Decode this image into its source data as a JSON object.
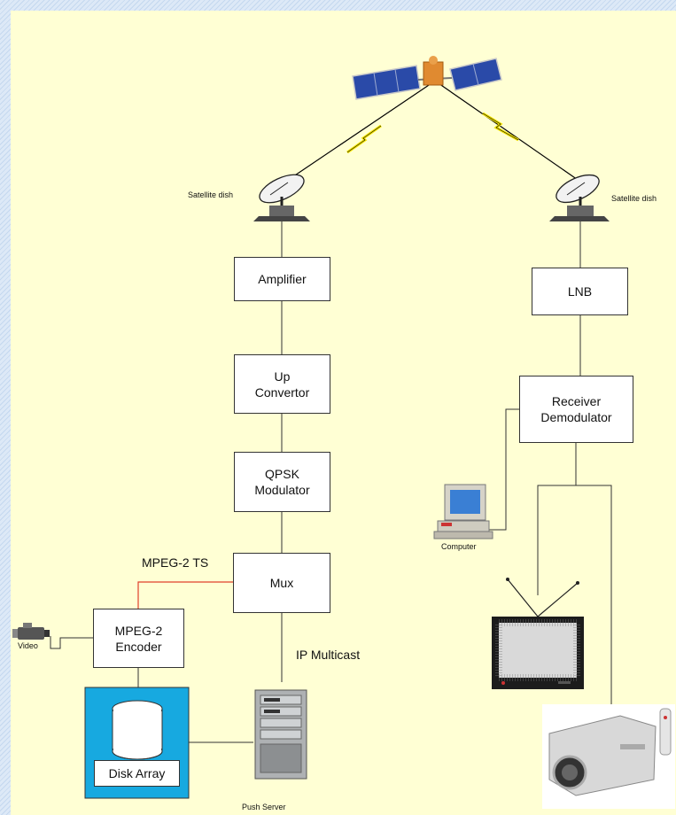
{
  "labels": {
    "satellite_dish_left": "Satellite dish",
    "satellite_dish_right": "Satellite dish",
    "mpeg2_ts": "MPEG-2 TS",
    "ip_multicast": "IP Multicast",
    "video": "Video",
    "computer": "Computer",
    "push_server": "Push Server"
  },
  "boxes": {
    "amplifier": {
      "line1": "Amplifier"
    },
    "up_convertor": {
      "line1": "Up",
      "line2": "Convertor"
    },
    "qpsk_modulator": {
      "line1": "QPSK",
      "line2": "Modulator"
    },
    "mux": {
      "line1": "Mux"
    },
    "mpeg2_encoder": {
      "line1": "MPEG-2",
      "line2": "Encoder"
    },
    "disk_array": {
      "line1": "Disk Array"
    },
    "lnb": {
      "line1": "LNB"
    },
    "receiver_demodulator": {
      "line1": "Receiver",
      "line2": "Demodulator"
    }
  },
  "colors": {
    "background": "#ffffd4",
    "ts_link": "#e0402a",
    "disk_array_fill": "#17a9e0",
    "satellite_panel": "#2a4aa8",
    "beam": "#f7e600"
  }
}
